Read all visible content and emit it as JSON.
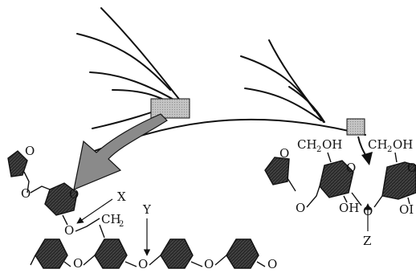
{
  "labels": {
    "x": "X",
    "y": "Y",
    "z": "Z",
    "o": "O",
    "ch2": "CH",
    "two": "2",
    "oh": "OH",
    "o_partial": "O",
    "oh_partial": "OI"
  },
  "colors": {
    "ink": "#111111",
    "ring_fill": "#2a2a2a",
    "highlight_box": "#bdbdbd",
    "arrow_fill": "#8a8a8a"
  }
}
